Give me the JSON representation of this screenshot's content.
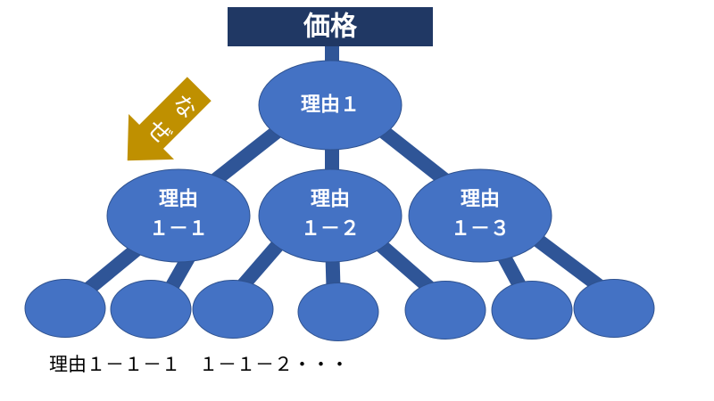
{
  "header": {
    "title": "価格"
  },
  "tree": {
    "root": {
      "label": "理由１"
    },
    "children": [
      {
        "line1": "理由",
        "line2": "１－１"
      },
      {
        "line1": "理由",
        "line2": "１－２"
      },
      {
        "line1": "理由",
        "line2": "１－３"
      }
    ]
  },
  "arrow": {
    "label": "なぜ"
  },
  "footer": {
    "note": "理由１－１－１　１－１－２・・・"
  },
  "colors": {
    "title_box": "#203864",
    "node": "#4472C4",
    "node_border": "#2F528F",
    "connector": "#2F5597",
    "arrow": "#BF9000",
    "label_text": "#FFFFFF",
    "footer_text": "#000000"
  }
}
